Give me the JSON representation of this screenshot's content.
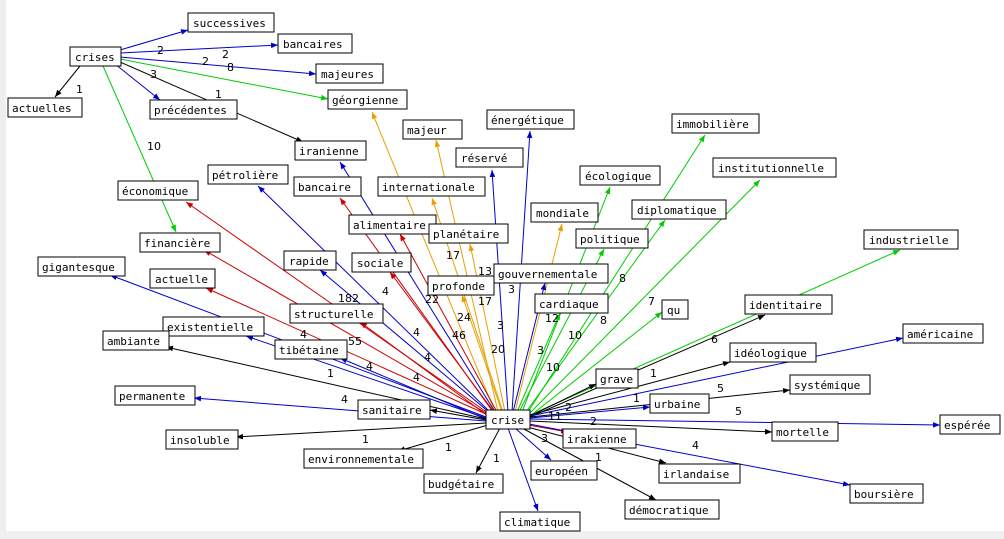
{
  "colors": {
    "black": "#000000",
    "blue": "#0000cc",
    "green": "#00cc00",
    "red": "#cc0000",
    "orange": "#e8a000"
  },
  "nodes": {
    "crises": "crises",
    "successives": "successives",
    "bancaires": "bancaires",
    "majeures": "majeures",
    "actuelles": "actuelles",
    "precedentes": "précédentes",
    "georgienne": "géorgienne",
    "iranienne": "iranienne",
    "energetique": "énergétique",
    "majeur": "majeur",
    "immobiliere": "immobilière",
    "reserve": "réservé",
    "ecologique": "écologique",
    "petroliere": "pétrolière",
    "bancaire": "bancaire",
    "internationale": "internationale",
    "institutionnelle": "institutionnelle",
    "economique": "économique",
    "diplomatique": "diplomatique",
    "mondiale": "mondiale",
    "alimentaire": "alimentaire",
    "financiere": "financière",
    "planetaire": "planétaire",
    "politique": "politique",
    "industrielle": "industrielle",
    "gigantesque": "gigantesque",
    "rapide": "rapide",
    "sociale": "sociale",
    "gouvernementale": "gouvernementale",
    "actuelle": "actuelle",
    "profonde": "profonde",
    "cardiaque": "cardiaque",
    "qu": "qu",
    "identitaire": "identitaire",
    "structurelle": "structurelle",
    "existentielle": "existentielle",
    "americaine": "américaine",
    "ambiante": "ambiante",
    "tibetaine": "tibétaine",
    "ideologique": "idéologique",
    "grave": "grave",
    "systemique": "systémique",
    "permanente": "permanente",
    "sanitaire": "sanitaire",
    "urbaine": "urbaine",
    "crise": "crise",
    "esperee": "espérée",
    "mortelle": "mortelle",
    "insoluble": "insoluble",
    "irakienne": "irakienne",
    "environnementale": "environnementale",
    "irlandaise": "irlandaise",
    "europeen": "européen",
    "budgetaire": "budgétaire",
    "boursiere": "boursière",
    "democratique": "démocratique",
    "climatique": "climatique"
  },
  "weights": {
    "w1": "2",
    "w2": "2",
    "w3": "2",
    "w4": "8",
    "w5": "3",
    "w6": "1",
    "w7": "1",
    "w8": "10",
    "w9": "182",
    "w10": "55",
    "w11": "4",
    "w12": "4",
    "w13": "4",
    "w14": "4",
    "w15": "4",
    "w16": "4",
    "w17": "22",
    "w18": "46",
    "w19": "24",
    "w20": "17",
    "w21": "17",
    "w22": "13",
    "w23": "3",
    "w24": "3",
    "w25": "20",
    "w26": "12",
    "w27": "3",
    "w28": "10",
    "w29": "8",
    "w30": "8",
    "w31": "7",
    "w32": "10",
    "w33": "6",
    "w34": "1",
    "w35": "1",
    "w36": "5",
    "w37": "5",
    "w38": "4",
    "w39": "1",
    "w40": "4",
    "w41": "2",
    "w42": "11",
    "w43": "2",
    "w44": "3",
    "w45": "1",
    "w46": "1",
    "w47": "1",
    "w48": "1"
  }
}
